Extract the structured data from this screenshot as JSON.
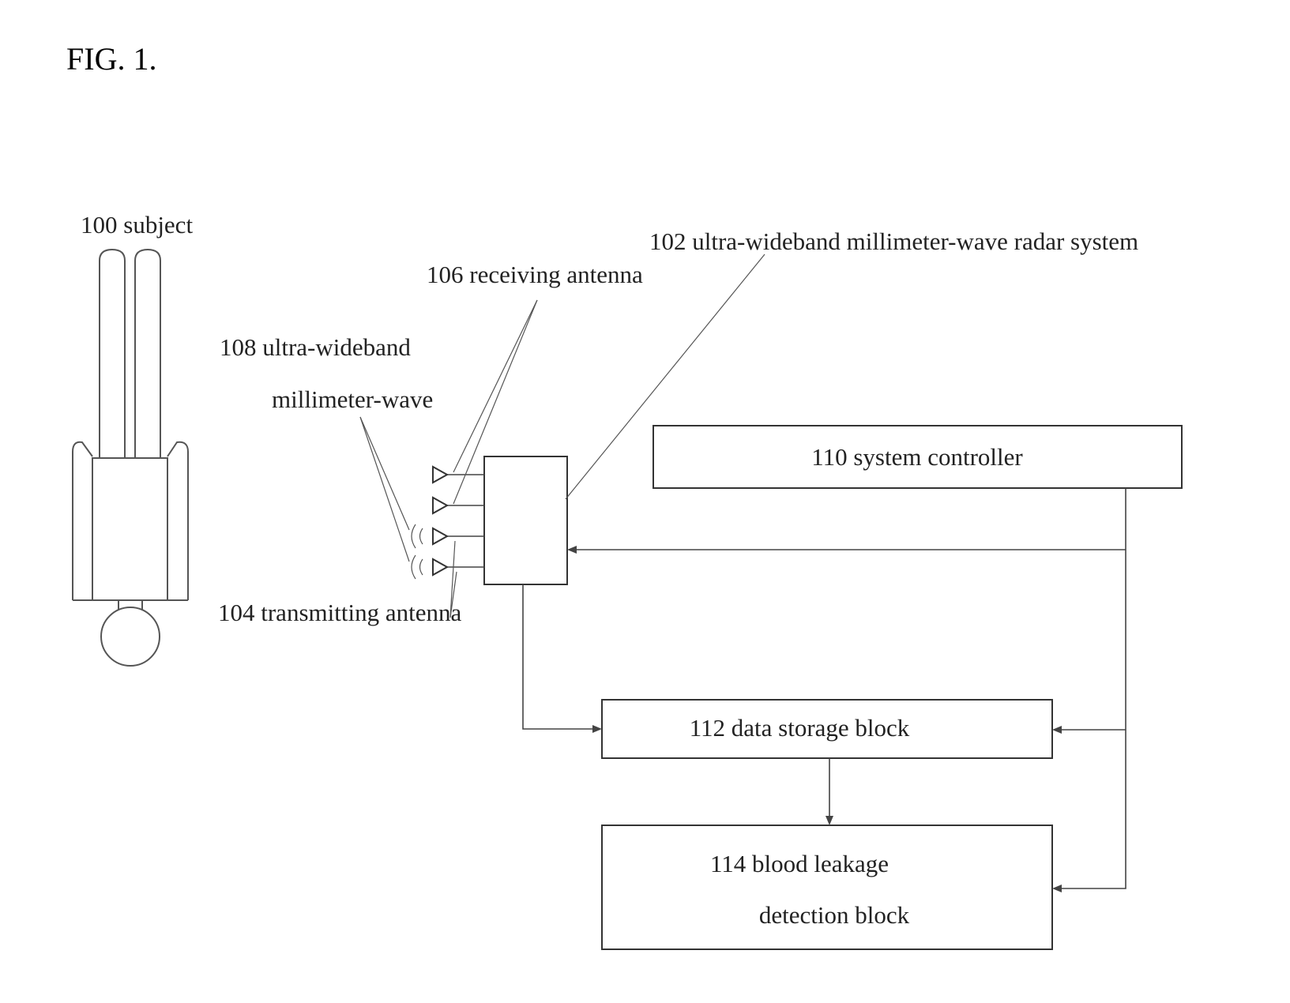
{
  "figure": {
    "title": "FIG. 1.",
    "labels": {
      "subject": "100 subject",
      "radar_system": "102 ultra-wideband millimeter-wave radar system",
      "receiving_antenna": "106 receiving antenna",
      "wave_line1": "108 ultra-wideband",
      "wave_line2": "millimeter-wave",
      "transmitting_antenna": "104 transmitting antenna"
    },
    "blocks": {
      "system_controller": "110 system controller",
      "data_storage": "112 data storage block",
      "leak_line1": "114 blood leakage",
      "leak_line2": "detection block"
    }
  }
}
